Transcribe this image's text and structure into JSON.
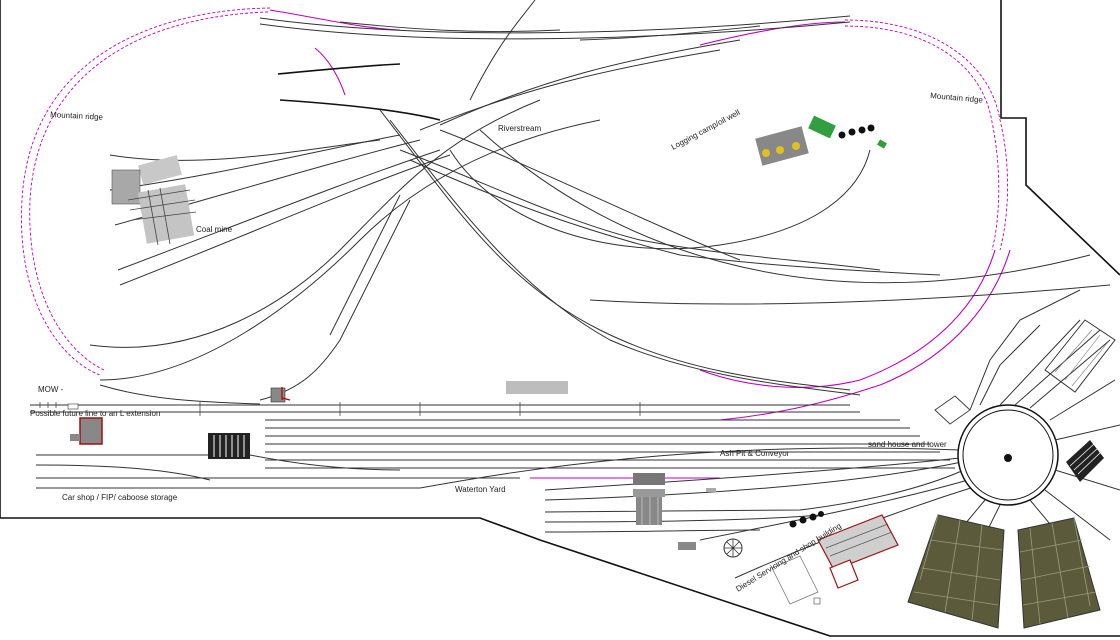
{
  "labels": {
    "mountain_ridge_left": "Mountain ridge",
    "mountain_ridge_right": "Mountain ridge",
    "riverstream": "Riverstream",
    "logging_camp": "Logging camp/oil well",
    "coal_mine": "Coal mine",
    "mow": "MOW -",
    "future_line": "Possible future line to an L extension",
    "car_shop": "Car shop / FIP/ caboose storage",
    "waterton_yard": "Waterton Yard",
    "ash_pit": "Ash Pit & Conveyor",
    "sand_house": "sand house and tower",
    "diesel_shop": "Diesel Servicing and shop building"
  },
  "colors": {
    "track": "#333333",
    "mainline_hidden": "#c000c0",
    "wall": "#111111",
    "roundhouse": "#5b5b3c",
    "structure_gray": "#bdbdbd",
    "structure_dark": "#7a7a7a",
    "logging_green": "#2f9f3f",
    "logging_yellow": "#e0c020",
    "red_outline": "#a01010"
  }
}
